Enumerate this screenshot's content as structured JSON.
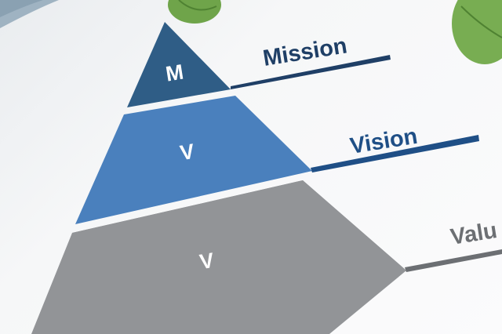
{
  "image": {
    "description_type": "photo of printed pyramid diagram",
    "colors": {
      "top_tier": "#2f5d86",
      "middle_tier": "#4a80bd",
      "bottom_tier": "#929497",
      "label_dark": "#1f3f66",
      "label_gray": "#6c6f73",
      "leaf": "#6fa44a"
    }
  },
  "pyramid": {
    "tiers": [
      {
        "letter": "M",
        "label": "Mission",
        "color": "#2f5d86"
      },
      {
        "letter": "V",
        "label": "Vision",
        "color": "#4a80bd"
      },
      {
        "letter": "V",
        "label": "Valu",
        "color": "#929497"
      }
    ]
  }
}
